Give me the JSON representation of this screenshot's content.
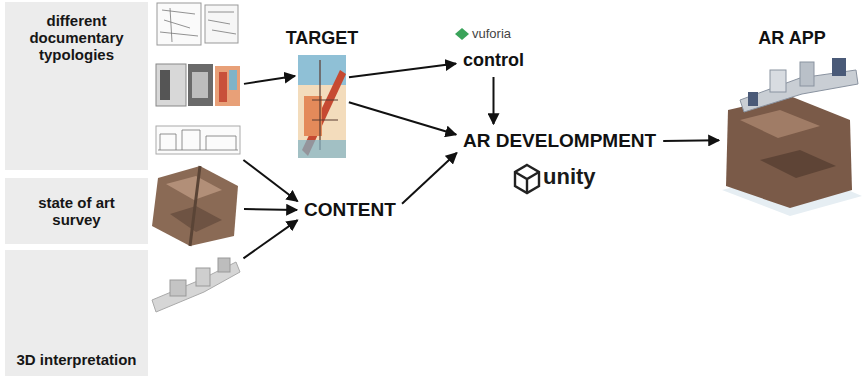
{
  "diagram": {
    "nodes": [
      {
        "text": [
          "different documentary typologies"
        ]
      },
      {
        "text": [
          "state of art survey"
        ]
      },
      {
        "text": [
          "3D interpretation"
        ]
      },
      {
        "text": [
          "TARGET"
        ]
      },
      {
        "text": [
          "CONTENT"
        ]
      },
      {
        "text": [
          "control"
        ]
      },
      {
        "text": [
          "AR DEVELOMPMENT"
        ]
      },
      {
        "text": [
          "AR APP"
        ]
      }
    ],
    "edges": [
      {
        "from": 0,
        "to": 3,
        "arrow": "to"
      },
      {
        "from": 0,
        "to": 4,
        "arrow": "to"
      },
      {
        "from": 1,
        "to": 4,
        "arrow": "to"
      },
      {
        "from": 2,
        "to": 4,
        "arrow": "to"
      },
      {
        "from": 3,
        "to": 5,
        "arrow": "to"
      },
      {
        "from": 3,
        "to": 6,
        "arrow": "to"
      },
      {
        "from": 5,
        "to": 6,
        "arrow": "to"
      },
      {
        "from": 4,
        "to": 6,
        "arrow": "to"
      },
      {
        "from": 6,
        "to": 7,
        "arrow": "to"
      }
    ],
    "labels": [
      "vuforia",
      "unity"
    ]
  }
}
